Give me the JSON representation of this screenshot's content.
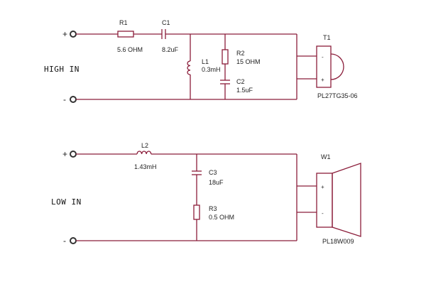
{
  "high": {
    "label": "HIGH IN",
    "plus": "+",
    "minus": "-",
    "r1": {
      "ref": "R1",
      "value": "5.6 OHM"
    },
    "c1": {
      "ref": "C1",
      "value": "8.2uF"
    },
    "l1": {
      "ref": "L1",
      "value": "0.3mH"
    },
    "r2": {
      "ref": "R2",
      "value": "15 OHM"
    },
    "c2": {
      "ref": "C2",
      "value": "1.5uF"
    },
    "t1": {
      "ref": "T1",
      "model": "PL27TG35-06",
      "pin_minus": "-",
      "pin_plus": "+"
    }
  },
  "low": {
    "label": "LOW IN",
    "plus": "+",
    "minus": "-",
    "l2": {
      "ref": "L2",
      "value": "1.43mH"
    },
    "c3": {
      "ref": "C3",
      "value": "18uF"
    },
    "r3": {
      "ref": "R3",
      "value": "0.5 OHM"
    },
    "w1": {
      "ref": "W1",
      "model": "PL18W009",
      "pin_plus": "+",
      "pin_minus": "-"
    }
  },
  "colors": {
    "wire": "#8b1d3a",
    "terminal": "#333333",
    "text": "#222222"
  }
}
